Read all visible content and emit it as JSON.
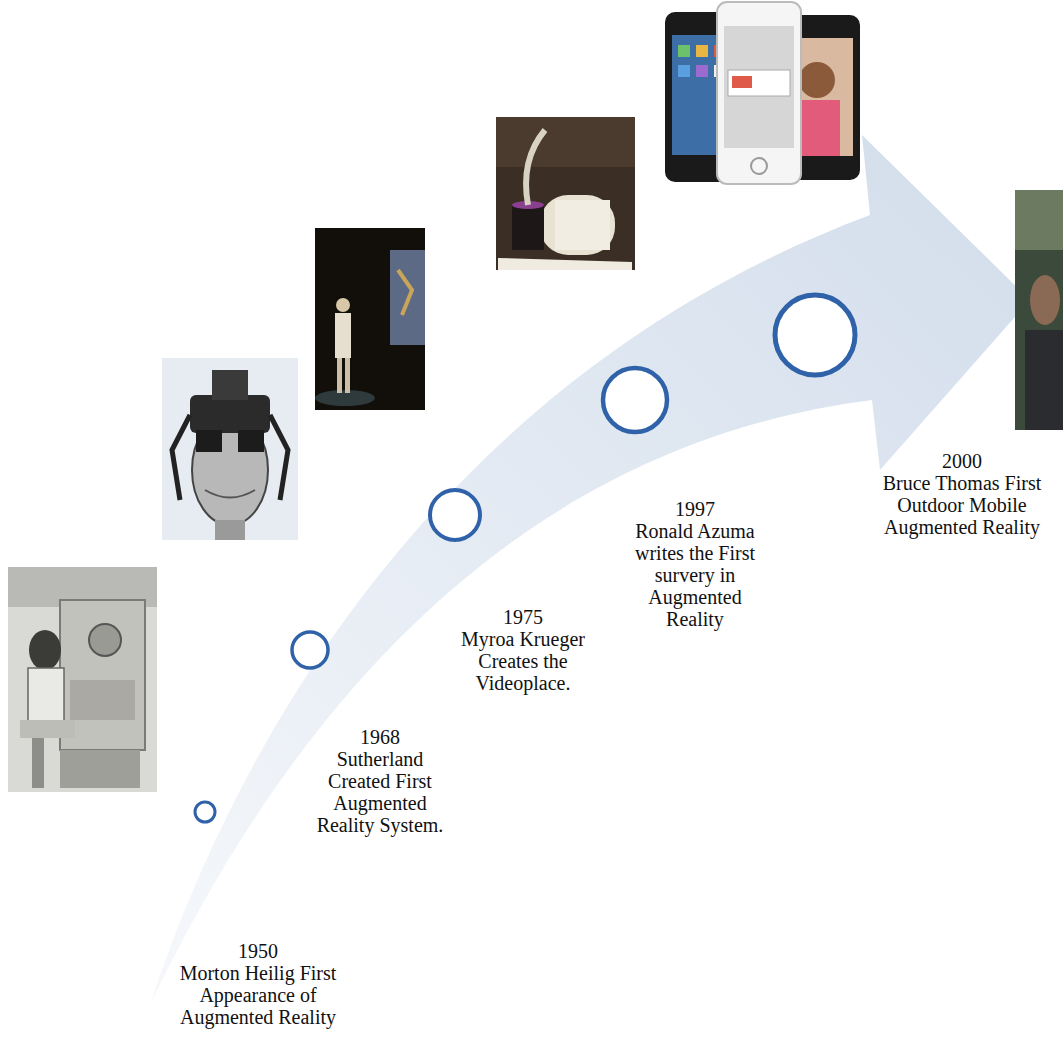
{
  "diagram": {
    "labels": [
      "1950",
      "Morton Heilig First Appearance of Augmented Reality",
      "1968",
      "Sutherland Created First Augmented Reality System.",
      "1975",
      "Myroa Krueger Creates the Videoplace.",
      "1997",
      "Ronald Azuma writes the First survery in Augmented Reality",
      "2000",
      "Bruce Thomas First Outdoor Mobile Augmented Reality"
    ]
  }
}
